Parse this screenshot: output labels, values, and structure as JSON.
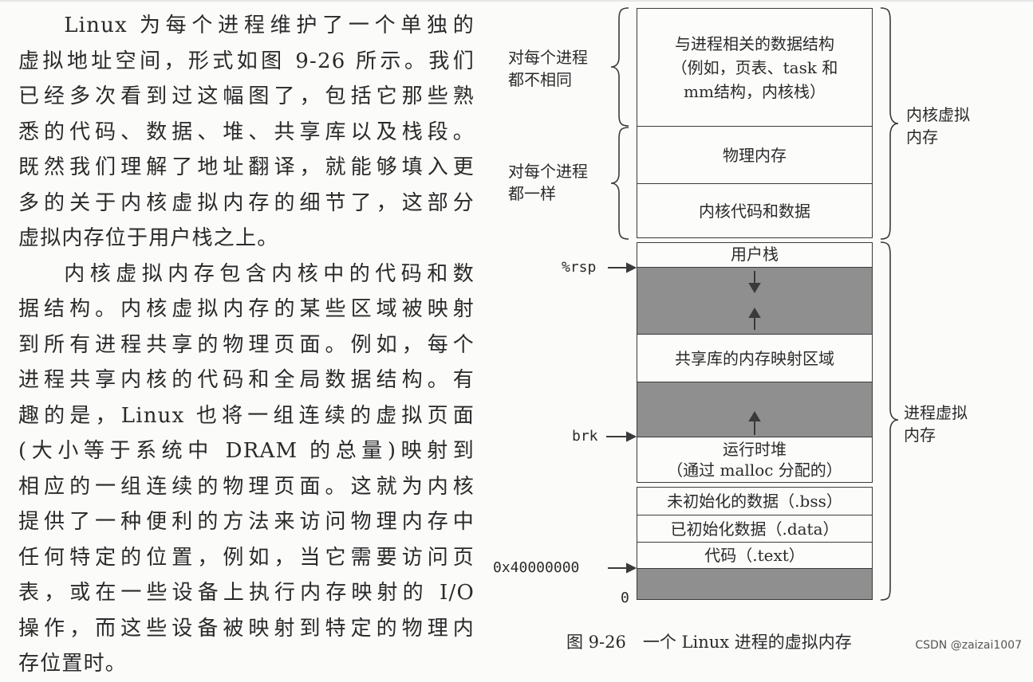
{
  "body_text": {
    "paragraph1": [
      "Linux 为每个进程维护了一个单独的",
      "虚拟地址空间，形式如图 9-26 所示。我们",
      "已经多次看到过这幅图了，包括它那些熟",
      "悉的代码、数据、堆、共享库以及栈段。",
      "既然我们理解了地址翻译，就能够填入更",
      "多的关于内核虚拟内存的细节了，这部分",
      "虚拟内存位于用户栈之上。"
    ],
    "paragraph2": [
      "内核虚拟内存包含内核中的代码和数",
      "据结构。内核虚拟内存的某些区域被映射",
      "到所有进程共享的物理页面。例如，每个",
      "进程共享内核的代码和全局数据结构。有",
      "趣的是，Linux 也将一组连续的虚拟页面",
      "(大小等于系统中 DRAM 的总量)映射到",
      "相应的一组连续的物理页面。这就为内核",
      "提供了一种便利的方法来访问物理内存中",
      "任何特定的位置，例如，当它需要访问页",
      "表，或在一些设备上执行内存映射的 I/O",
      "操作，而这些设备被映射到特定的物理内",
      "存位置时。"
    ]
  },
  "figure": {
    "blocks": {
      "process_structs": [
        "与进程相关的数据结构",
        "（例如，页表、task 和",
        "mm结构，内核栈）"
      ],
      "physical_memory": "物理内存",
      "kernel_code_data": "内核代码和数据",
      "user_stack": "用户栈",
      "shared_libs": "共享库的内存映射区域",
      "heap": [
        "运行时堆",
        "（通过 malloc 分配的）"
      ],
      "bss": "未初始化的数据（.bss）",
      "data": "已初始化数据（.data）",
      "text": "代码（.text）"
    },
    "left_labels": {
      "per_process_different": [
        "对每个进程",
        "都不相同"
      ],
      "per_process_same": [
        "对每个进程",
        "都一样"
      ]
    },
    "right_labels": {
      "kernel_vm": [
        "内核虚拟",
        "内存"
      ],
      "process_vm": [
        "进程虚拟",
        "内存"
      ]
    },
    "markers": {
      "rsp": "%rsp",
      "brk": "brk",
      "text_start": "0x40000000",
      "zero": "0"
    },
    "caption": "图 9-26　一个 Linux 进程的虚拟内存"
  },
  "watermark": "CSDN @zaizai1007",
  "colors": {
    "gap_gray": "#8f8f8f",
    "ink": "#2a2a2a"
  }
}
